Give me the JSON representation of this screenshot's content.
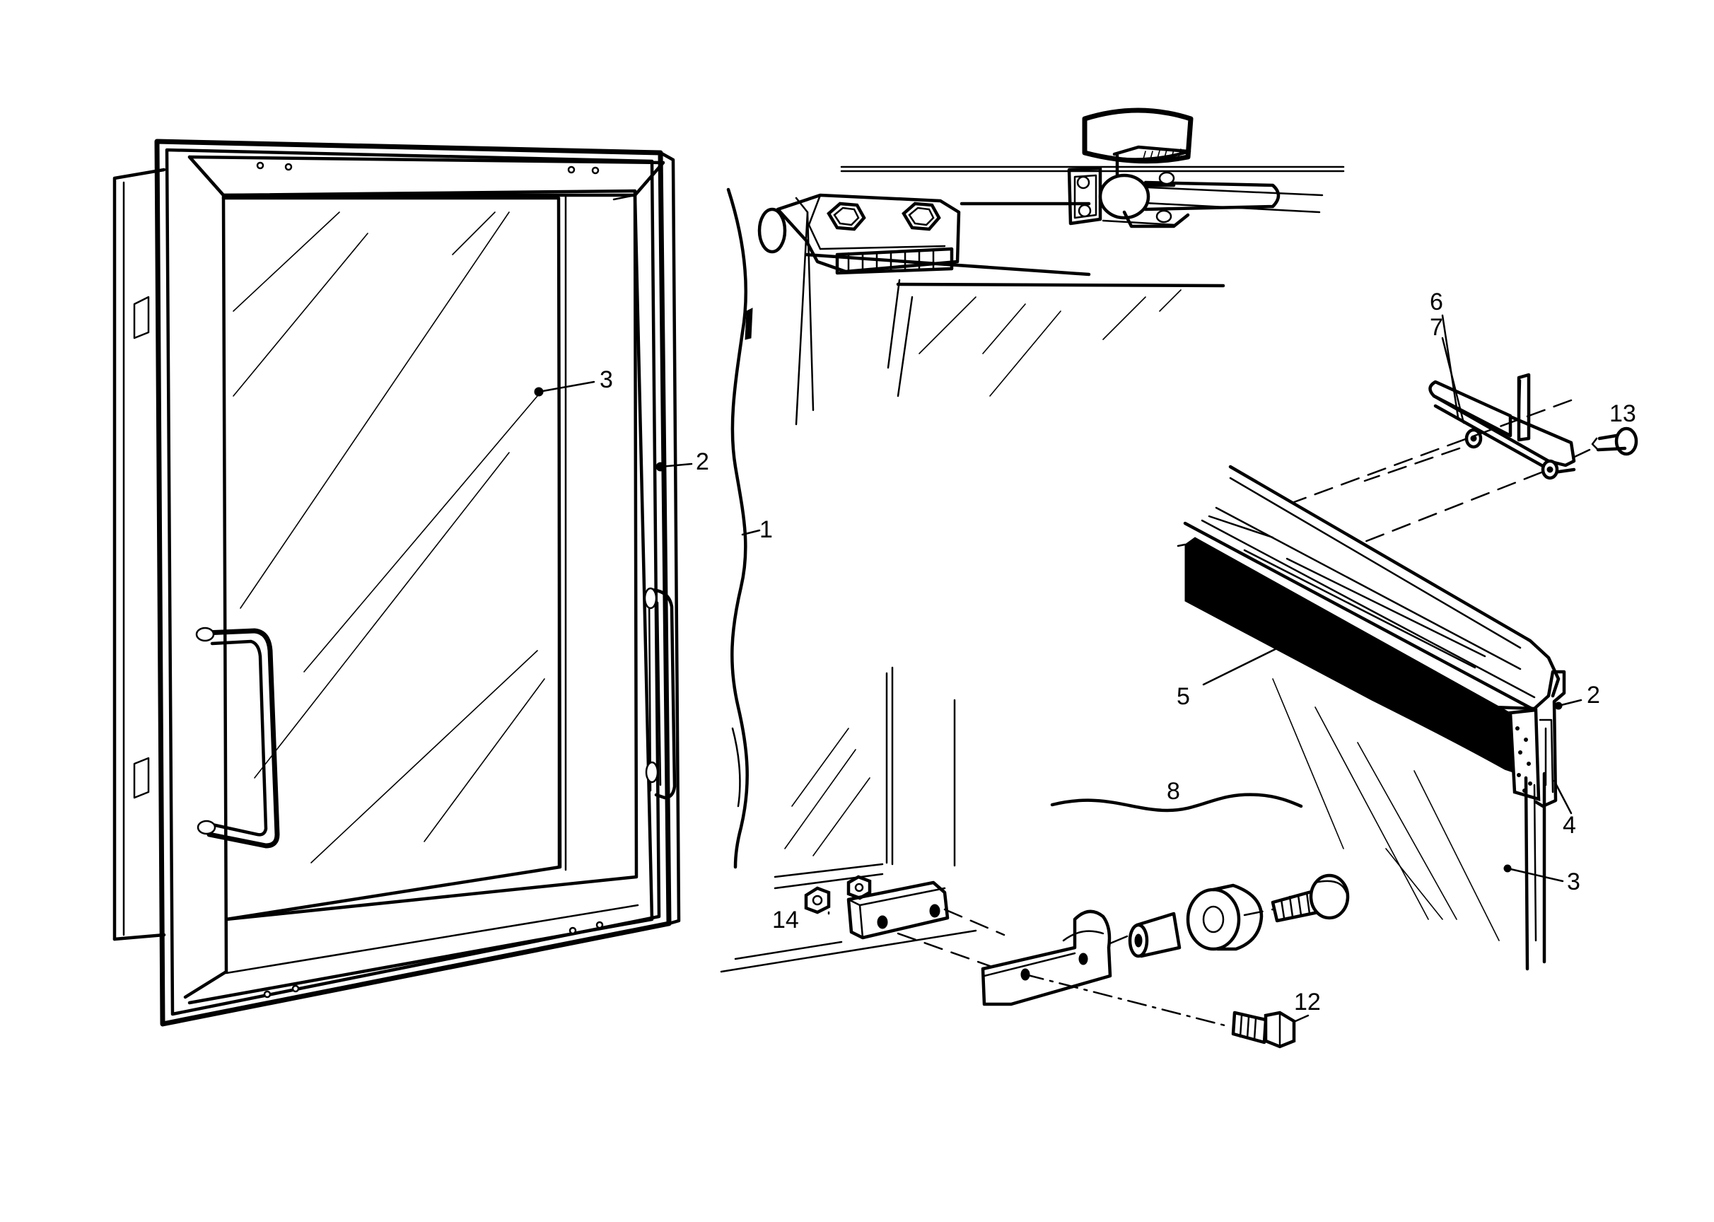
{
  "callouts": [
    {
      "id": "door-glass",
      "label": "3"
    },
    {
      "id": "door-frame",
      "label": "2"
    },
    {
      "id": "body-edge",
      "label": "1"
    },
    {
      "id": "bracket-top",
      "label": "6"
    },
    {
      "id": "bracket-plate",
      "label": "7"
    },
    {
      "id": "screw-top",
      "label": "13"
    },
    {
      "id": "seal",
      "label": "5"
    },
    {
      "id": "profile-frame",
      "label": "2"
    },
    {
      "id": "profile-insert",
      "label": "4"
    },
    {
      "id": "profile-glass",
      "label": "3"
    },
    {
      "id": "cabinet-side",
      "label": "8"
    },
    {
      "id": "nut-bottom",
      "label": "14"
    },
    {
      "id": "bolt-bottom",
      "label": "12"
    }
  ]
}
